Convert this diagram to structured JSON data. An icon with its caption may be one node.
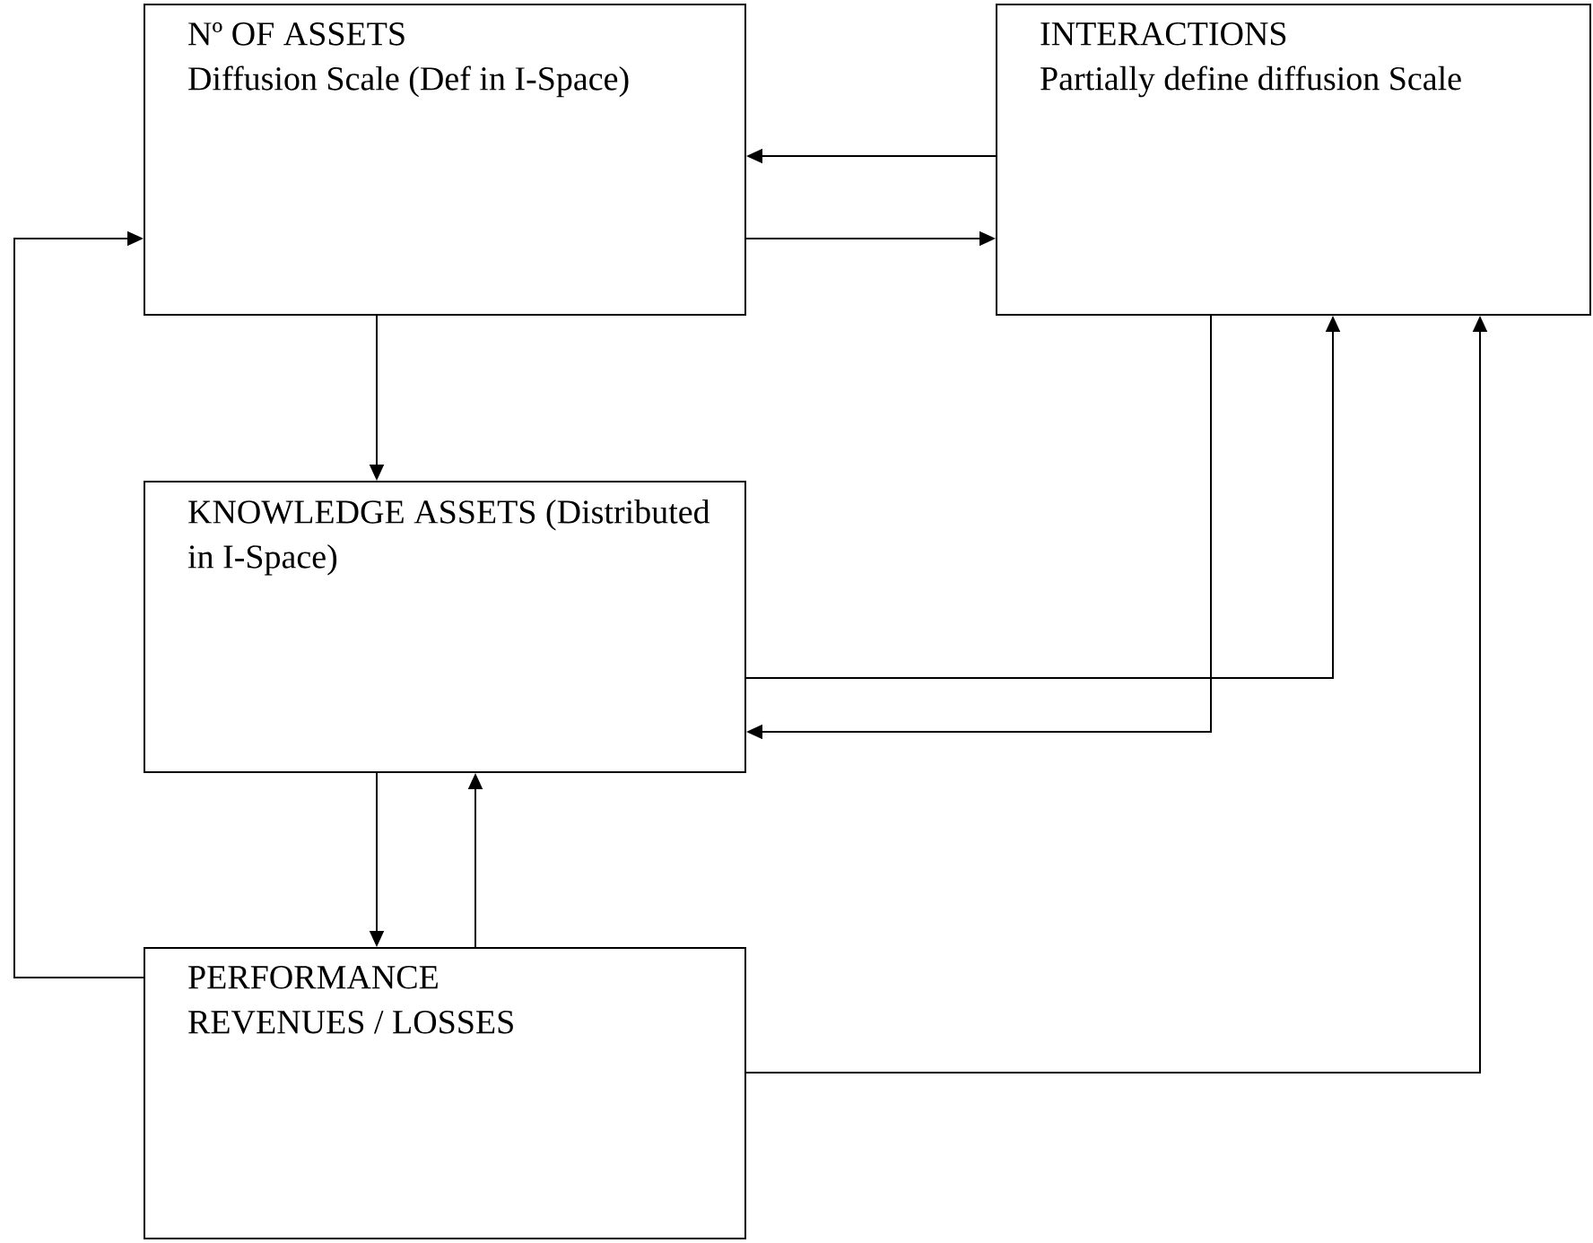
{
  "diagram": {
    "nodes": [
      {
        "text": [
          "Nº OF ASSETS",
          "Diffusion Scale (Def in I-Space)"
        ]
      },
      {
        "text": [
          "INTERACTIONS",
          "Partially define diffusion Scale"
        ]
      },
      {
        "text": [
          "KNOWLEDGE ASSETS (Distributed in I-Space)"
        ]
      },
      {
        "text": [
          "PERFORMANCE",
          "REVENUES / LOSSES"
        ]
      }
    ],
    "edges": [
      {
        "from": 1,
        "to": 0,
        "arrow": "to"
      },
      {
        "from": 0,
        "to": 1,
        "arrow": "to"
      },
      {
        "from": 0,
        "to": 2,
        "arrow": "to"
      },
      {
        "from": 1,
        "to": 2,
        "arrow": "to"
      },
      {
        "from": 2,
        "to": 1,
        "arrow": "to"
      },
      {
        "from": 2,
        "to": 3,
        "arrow": "to"
      },
      {
        "from": 3,
        "to": 2,
        "arrow": "to"
      },
      {
        "from": 3,
        "to": 0,
        "arrow": "to"
      },
      {
        "from": 3,
        "to": 1,
        "arrow": "to"
      }
    ]
  }
}
